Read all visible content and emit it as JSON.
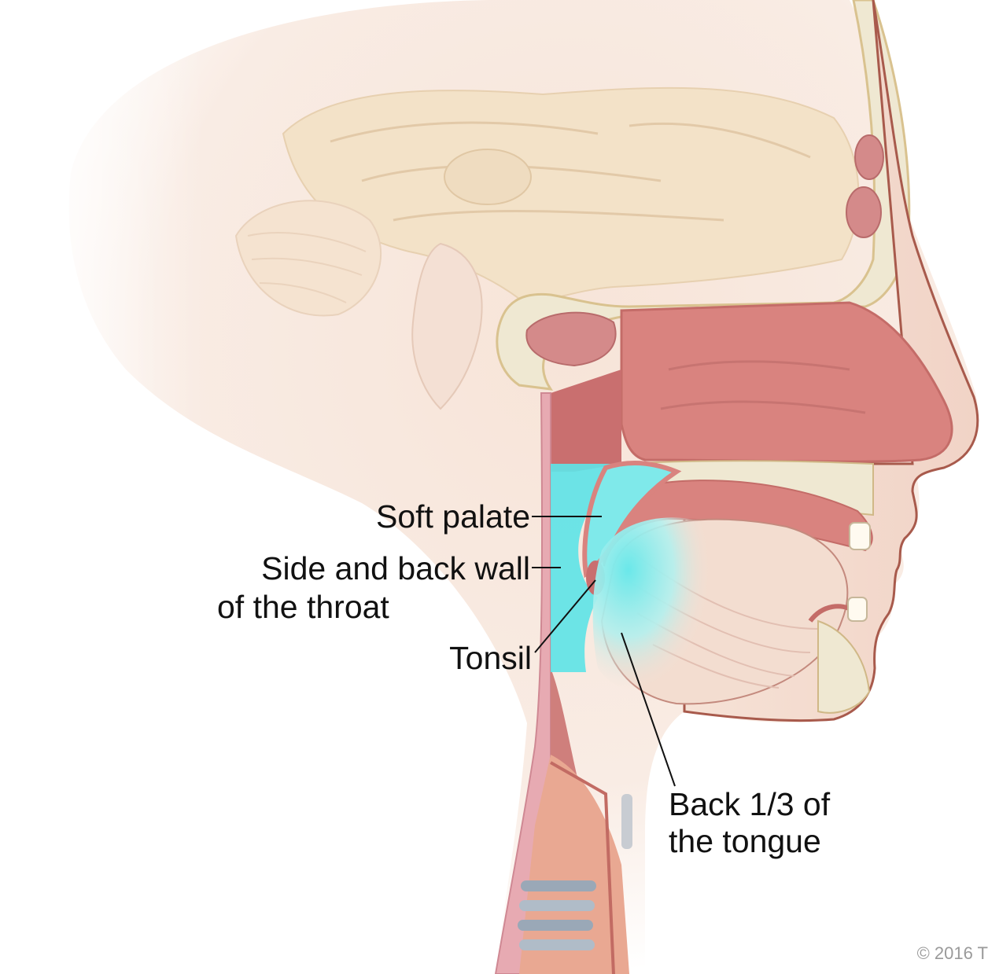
{
  "labels": {
    "soft_palate": "Soft palate",
    "side_back_wall_line1": "Side and back wall",
    "side_back_wall_line2": "of the throat",
    "tonsil": "Tonsil",
    "back_tongue_line1": "Back 1/3 of",
    "back_tongue_line2": "the tongue"
  },
  "copyright": "© 2016 T",
  "colors": {
    "highlight": "#5fe3e6",
    "tissue": "#d9837f",
    "bone": "#efe8d2",
    "skin": "#f4ddd0"
  }
}
